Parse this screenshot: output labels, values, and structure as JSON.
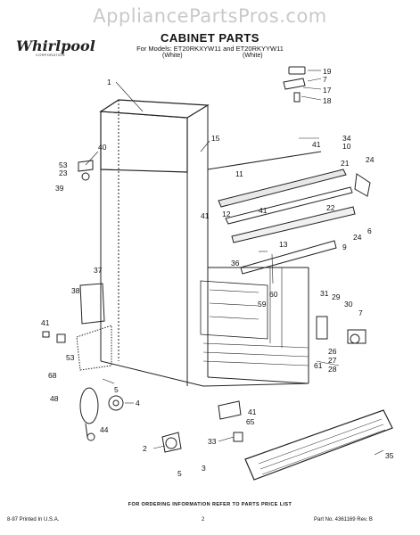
{
  "watermark": "AppliancePartsPros.com",
  "logo": {
    "brand": "Whirlpool",
    "sub": "CORPORATION"
  },
  "header": {
    "title": "CABINET PARTS",
    "models": "For Models: ET20RKXYW11 and ET20RKYYW11",
    "finish_left": "(White)",
    "finish_right": "(White)"
  },
  "callouts": [
    {
      "id": "c1",
      "text": "1"
    },
    {
      "id": "c19",
      "text": "19"
    },
    {
      "id": "c7a",
      "text": "7"
    },
    {
      "id": "c17",
      "text": "17"
    },
    {
      "id": "c18",
      "text": "18"
    },
    {
      "id": "c40",
      "text": "40"
    },
    {
      "id": "c15",
      "text": "15"
    },
    {
      "id": "c34",
      "text": "34"
    },
    {
      "id": "c10",
      "text": "10"
    },
    {
      "id": "c41a",
      "text": "41"
    },
    {
      "id": "c53a",
      "text": "53"
    },
    {
      "id": "c23",
      "text": "23"
    },
    {
      "id": "c39",
      "text": "39"
    },
    {
      "id": "c11",
      "text": "11"
    },
    {
      "id": "c21",
      "text": "21"
    },
    {
      "id": "c24a",
      "text": "24"
    },
    {
      "id": "c12",
      "text": "12"
    },
    {
      "id": "c41b",
      "text": "41"
    },
    {
      "id": "c41c",
      "text": "41"
    },
    {
      "id": "c22",
      "text": "22"
    },
    {
      "id": "c13",
      "text": "13"
    },
    {
      "id": "c6",
      "text": "6"
    },
    {
      "id": "c24b",
      "text": "24"
    },
    {
      "id": "c9",
      "text": "9"
    },
    {
      "id": "c36",
      "text": "36"
    },
    {
      "id": "c37",
      "text": "37"
    },
    {
      "id": "c60",
      "text": "60"
    },
    {
      "id": "c38",
      "text": "38"
    },
    {
      "id": "c59",
      "text": "59"
    },
    {
      "id": "c31",
      "text": "31"
    },
    {
      "id": "c29",
      "text": "29"
    },
    {
      "id": "c30",
      "text": "30"
    },
    {
      "id": "c7b",
      "text": "7"
    },
    {
      "id": "c41d",
      "text": "41"
    },
    {
      "id": "c53b",
      "text": "53"
    },
    {
      "id": "c68",
      "text": "68"
    },
    {
      "id": "c26",
      "text": "26"
    },
    {
      "id": "c27",
      "text": "27"
    },
    {
      "id": "c28",
      "text": "28"
    },
    {
      "id": "c61",
      "text": "61"
    },
    {
      "id": "c5a",
      "text": "5"
    },
    {
      "id": "c48",
      "text": "48"
    },
    {
      "id": "c4",
      "text": "4"
    },
    {
      "id": "c44",
      "text": "44"
    },
    {
      "id": "c41e",
      "text": "41"
    },
    {
      "id": "c65",
      "text": "65"
    },
    {
      "id": "c2",
      "text": "2"
    },
    {
      "id": "c33",
      "text": "33"
    },
    {
      "id": "c35",
      "text": "35"
    },
    {
      "id": "c5b",
      "text": "5"
    },
    {
      "id": "c3",
      "text": "3"
    }
  ],
  "footer": {
    "order_note": "FOR ORDERING INFORMATION REFER TO PARTS PRICE LIST",
    "printed": "8-97 Printed In U.S.A.",
    "page": "2",
    "part_no": "Part No. 4361169  Rev. B"
  }
}
